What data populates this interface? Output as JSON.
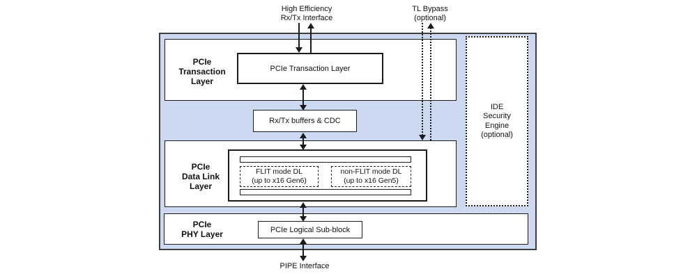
{
  "colors": {
    "panel_fill": "#cdd9f0",
    "panel_border": "#3d3d3d",
    "line": "#1a1a1a",
    "box_fill": "#ffffff"
  },
  "external_labels": {
    "high_efficiency": "High Efficiency\nRx/Tx Interface",
    "tl_bypass": "TL Bypass\n(optional)",
    "pipe_interface": "PIPE Interface"
  },
  "transaction_section": {
    "label": "PCIe\nTransaction\nLayer",
    "box": "PCIe Transaction Layer"
  },
  "cdc_box": "Rx/Tx buffers & CDC",
  "data_link_section": {
    "label": "PCIe\nData Link\nLayer",
    "flit_box": "FLIT mode DL\n(up to x16 Gen6)",
    "non_flit_box": "non-FLIT mode DL\n(up to x16 Gen5)"
  },
  "phy_section": {
    "label": "PCIe\nPHY Layer",
    "box": "PCIe Logical Sub-block"
  },
  "ide_box": "IDE\nSecurity\nEngine\n(optional)"
}
